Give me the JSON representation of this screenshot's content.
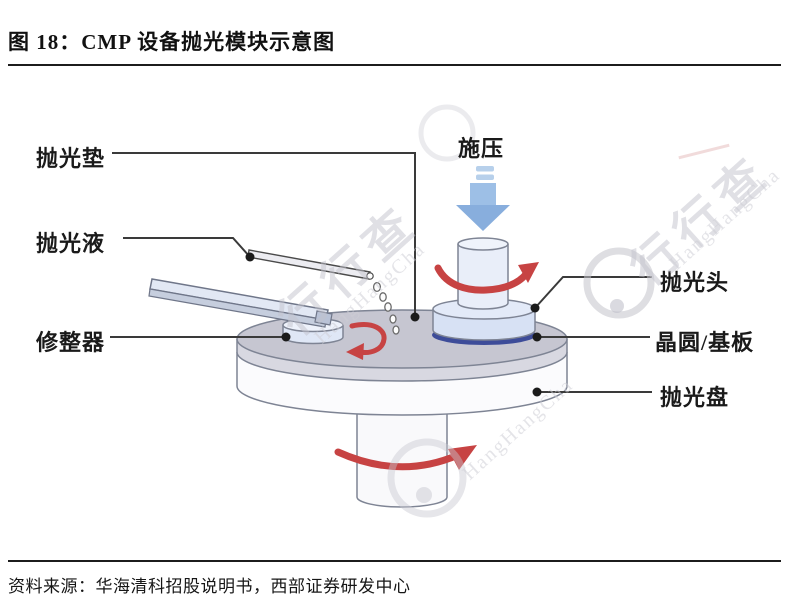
{
  "figure": {
    "title": "图 18：CMP 设备抛光模块示意图",
    "source": "资料来源：华海清科招股说明书，西部证券研发中心"
  },
  "diagram": {
    "labels": {
      "polishing_pad": "抛光垫",
      "slurry": "抛光液",
      "conditioner": "修整器",
      "pressure": "施压",
      "polishing_head": "抛光头",
      "wafer_substrate": "晶圆/基板",
      "platen": "抛光盘"
    }
  },
  "watermark": {
    "text": "行行查",
    "subtext": "HangHangCha"
  },
  "colors": {
    "accent_red": "#c74343",
    "arrow_blue": "#8fb3e0",
    "arrow_blue_light": "#b7d0eb",
    "wafer_navy": "#3d4c99",
    "platen_gray": "#c6c6d1",
    "platen_rim": "#d8d8e1",
    "cyl_blue": "#e9eef9",
    "head_blue": "#dce4f5",
    "watermark_gray": "#cdcdd6"
  }
}
